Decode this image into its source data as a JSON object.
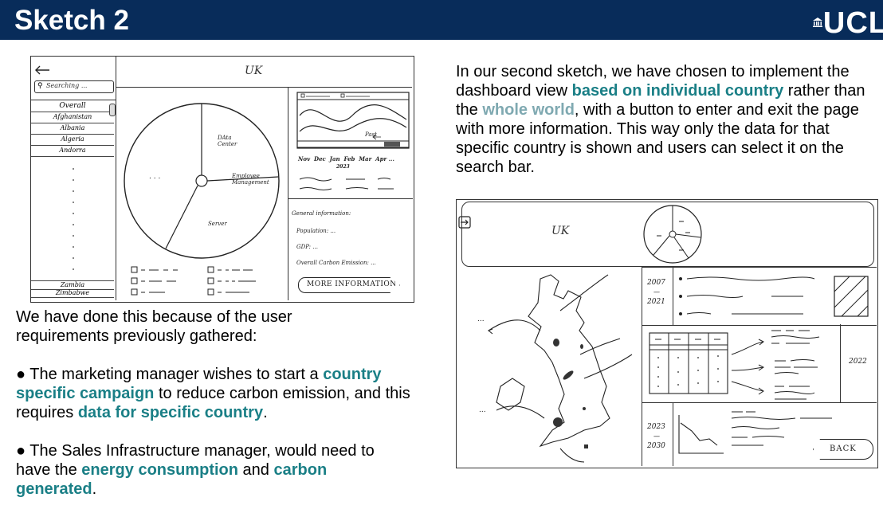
{
  "header": {
    "title": "Sketch 2",
    "logo_text": "UCL",
    "bg_color": "#082c5a"
  },
  "sketch1": {
    "title": "UK",
    "search_placeholder": "Searching ...",
    "countries": [
      "Overall",
      "Afghanistan",
      "Albania",
      "Algeria",
      "Andorra"
    ],
    "countries_end": [
      "Zambia",
      "Zimbabwe"
    ],
    "pie_labels": {
      "data_center": "DAta Center",
      "employee": "Employee Management",
      "server": "Server",
      "other": ". . ."
    },
    "months": "Nov  Dec  Jan  Feb  Mar  Apr ...",
    "year": "2023",
    "past": "Past",
    "general_info": "General information:",
    "population": "Population: ...",
    "gdp": "GDP: ...",
    "carbon": "Overall Carbon Emission: ...",
    "more_btn": "MORE INFORMATION"
  },
  "sketch2": {
    "title": "UK",
    "years_top": [
      "2007",
      "—",
      "2021"
    ],
    "year_mid": "2022",
    "years_bottom": [
      "2023",
      "—",
      "2030"
    ],
    "back_btn": "BACK"
  },
  "paragraph1": {
    "part1": "In our second sketch, we have chosen to implement the dashboard view ",
    "hl1": "based on individual country",
    "part2": " rather than the ",
    "hl2": "whole world",
    "part3": ", with a button to enter and exit the page with more information. This way only the data for that specific country is shown and users can select it on the search bar."
  },
  "paragraph2": {
    "intro": "We have done this because of the user requirements previously gathered:",
    "b1_part1": "● The marketing manager wishes to start a ",
    "b1_hl1": "country  specific campaign",
    "b1_part2": " to reduce carbon emission, and this requires ",
    "b1_hl2": "data for specific country",
    "b1_part3": ".",
    "b2_part1": "● The Sales Infrastructure manager, would need to  have the ",
    "b2_hl1": "energy consumption",
    "b2_part2": " and ",
    "b2_hl2": "carbon generated",
    "b2_part3": "."
  }
}
